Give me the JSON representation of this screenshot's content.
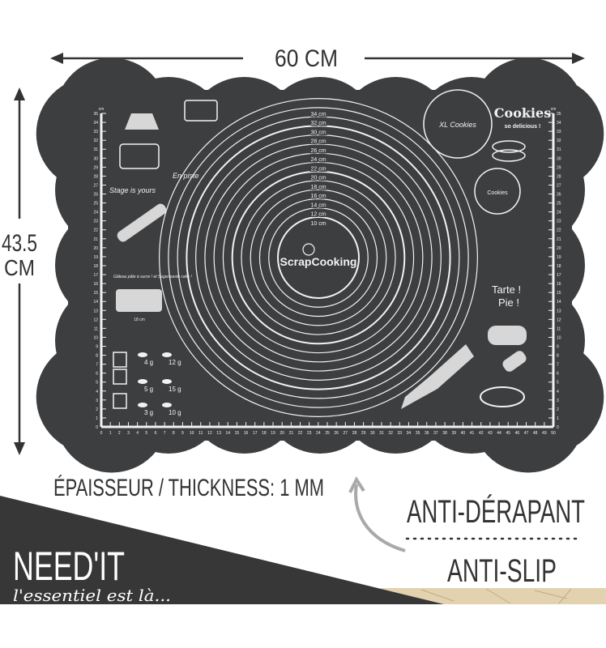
{
  "dimensions": {
    "width_label": "60 CM",
    "height_value": "43.5",
    "height_unit": "CM"
  },
  "thickness_label": "ÉPAISSEUR / THICKNESS: 1 MM",
  "features": {
    "fr": "ANTI-DÉRAPANT",
    "en": "ANTI-SLIP"
  },
  "brand": {
    "name": "NEED'IT",
    "tagline": "l'essentiel est là..."
  },
  "mat": {
    "logo": "ScrapCooking",
    "ring_labels": [
      "34 cm",
      "32 cm",
      "30 cm",
      "28 cm",
      "26 cm",
      "24 cm",
      "22 cm",
      "20 cm",
      "18 cm",
      "16 cm",
      "14 cm",
      "12 cm",
      "10 cm"
    ],
    "ruler_unit": "cm",
    "vertical_ruler_max": 35,
    "horizontal_ruler_max": 50,
    "cookies_title": "Cookies",
    "cookies_subtitle": "so delicious !",
    "xl_cookies": "XL Cookies",
    "small_cookies": "Cookies",
    "tarte": "Tarte !",
    "pie": "Pie !",
    "en_piste": "En piste",
    "stage": "Stage is yours",
    "cake_label": "Gâteau pâte à sucre ! et Sugar paste cake !",
    "cake_width": "18 cm",
    "spoons": [
      "4 g",
      "12 g",
      "5 g",
      "15 g",
      "3 g",
      "10 g"
    ],
    "colors": {
      "mat": "#3d3e40",
      "print": "#f2f2f2",
      "banner": "#3a3a3a",
      "arrow": "#a9a9a9"
    }
  }
}
